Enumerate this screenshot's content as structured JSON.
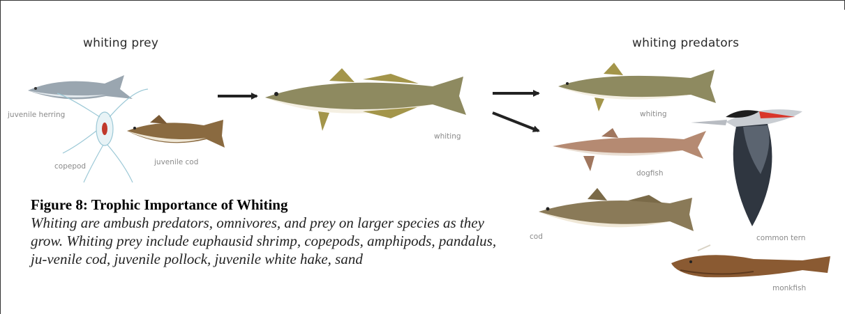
{
  "headings": {
    "prey": "whiting prey",
    "predators": "whiting predators"
  },
  "labels": {
    "juvenile_herring": "juvenile herring",
    "copepod": "copepod",
    "juvenile_cod": "juvenile cod",
    "whiting_center": "whiting",
    "whiting_predator": "whiting",
    "dogfish": "dogfish",
    "cod": "cod",
    "common_tern": "common tern",
    "monkfish": "monkfish"
  },
  "caption": {
    "title": "Figure 8: Trophic Importance of Whiting",
    "body": "Whiting are ambush predators, omnivores, and prey on larger species as they grow. Whiting prey include euphausid shrimp, copepods, amphipods, pandalus, ju-venile cod, juvenile pollock, juvenile white hake, sand"
  },
  "colors": {
    "arrow": "#222222",
    "whiting_back": "#8e8a60",
    "whiting_belly": "#f4efe2",
    "fin": "#a3954a",
    "herring": "#9aa6b0",
    "dogfish": "#b58a72",
    "cod": "#8a7a58",
    "tern_back": "#c9cdd2",
    "tern_wing": "#2f3640",
    "tern_beak": "#d9362a",
    "monkfish": "#8a5a32",
    "copepod": "#9bc8d6"
  }
}
